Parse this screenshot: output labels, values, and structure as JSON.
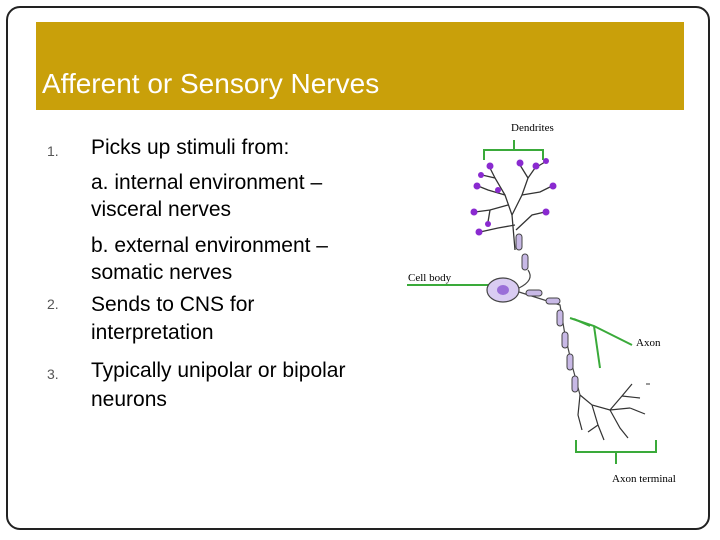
{
  "slide": {
    "title": "Afferent or Sensory Nerves",
    "list": [
      {
        "number": "1.",
        "lines": [
          "Picks up stimuli from:",
          "a. internal environment –",
          "visceral nerves",
          "b. external environment –",
          "somatic nerves"
        ]
      },
      {
        "number": "2.",
        "lines": [
          "Sends to CNS for",
          "interpretation"
        ]
      },
      {
        "number": "3.",
        "lines": [
          "Typically unipolar or bipolar",
          "neurons"
        ]
      }
    ]
  },
  "diagram": {
    "labels": {
      "dendrites": "Dendrites",
      "cell_body": "Cell body",
      "axon": "Axon",
      "axon_terminal": "Axon terminal"
    },
    "colors": {
      "dendrite_tips": "#8a2ad0",
      "myelin_fill": "#c8b9e6",
      "cell_body_fill": "#d9ccf2",
      "nucleus_fill": "#9a6fd8",
      "bracket_green": "#3aaa3a",
      "neuron_outline": "#333333"
    }
  }
}
